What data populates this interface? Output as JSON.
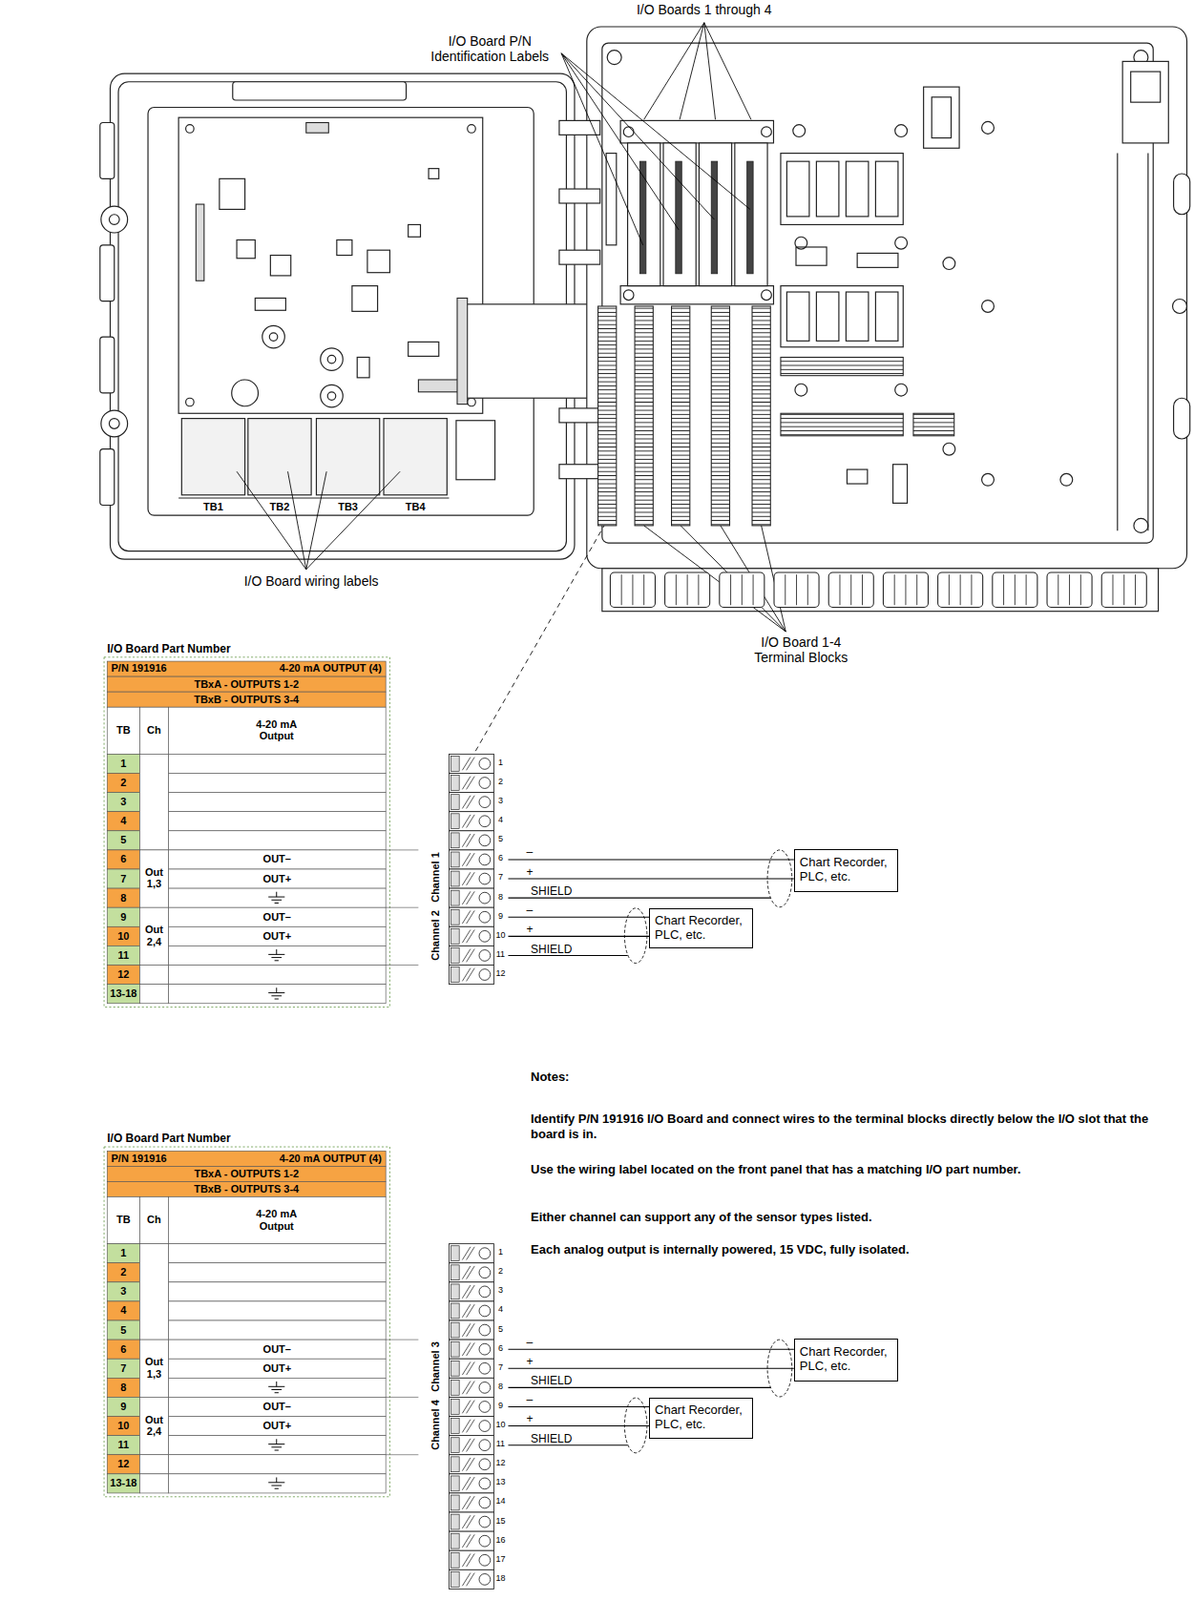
{
  "diagram": {
    "nodes": [
      {
        "text": [
          "Chart Recorder, PLC, etc."
        ]
      },
      {
        "text": [
          "Chart Recorder, PLC, etc."
        ]
      },
      {
        "text": [
          "Chart Recorder, PLC, etc."
        ]
      },
      {
        "text": [
          "Chart Recorder, PLC, etc."
        ]
      }
    ],
    "labels": [
      "I/O Boards 1 through 4",
      "I/O Board P/N Identification Labels",
      "TB1",
      "TB2",
      "TB3",
      "TB4",
      "I/O Board wiring labels",
      "I/O Board 1-4 Terminal Blocks",
      "I/O Board Part Number",
      "P/N 191916",
      "4-20 mA OUTPUT (4)",
      "TBxA - OUTPUTS 1-2",
      "TBxB - OUTPUTS 3-4",
      "TB",
      "Ch",
      "4-20 mA Output",
      "1",
      "2",
      "3",
      "4",
      "5",
      "6",
      "7",
      "8",
      "9",
      "10",
      "11",
      "12",
      "13-18",
      "Out 1,3",
      "Out 2,4",
      "OUT–",
      "OUT+",
      "OUT–",
      "OUT+",
      "1",
      "2",
      "3",
      "4",
      "5",
      "6",
      "7",
      "8",
      "9",
      "10",
      "11",
      "12",
      "Channel 1",
      "Channel 2",
      "–",
      "+",
      "SHIELD",
      "–",
      "+",
      "SHIELD",
      "Notes:",
      "Identify P/N 191916 I/O Board and connect wires to the terminal blocks directly below the I/O slot that the board is in.",
      "Use the wiring label located on the front panel that has a matching I/O part number.",
      "Either channel can support any of the sensor types listed.",
      "Each analog output is internally powered, 15 VDC, fully isolated.",
      "I/O Board Part Number",
      "P/N 191916",
      "4-20 mA OUTPUT (4)",
      "TBxA - OUTPUTS 1-2",
      "TBxB - OUTPUTS 3-4",
      "TB",
      "Ch",
      "4-20 mA Output",
      "1",
      "2",
      "3",
      "4",
      "5",
      "6",
      "7",
      "8",
      "9",
      "10",
      "11",
      "12",
      "13-18",
      "Out 1,3",
      "Out 2,4",
      "OUT–",
      "OUT+",
      "OUT–",
      "OUT+",
      "1",
      "2",
      "3",
      "4",
      "5",
      "6",
      "7",
      "8",
      "9",
      "10",
      "11",
      "12",
      "13",
      "14",
      "15",
      "16",
      "17",
      "18",
      "Channel 3",
      "Channel 4",
      "–",
      "+",
      "SHIELD",
      "–",
      "+",
      "SHIELD"
    ]
  }
}
